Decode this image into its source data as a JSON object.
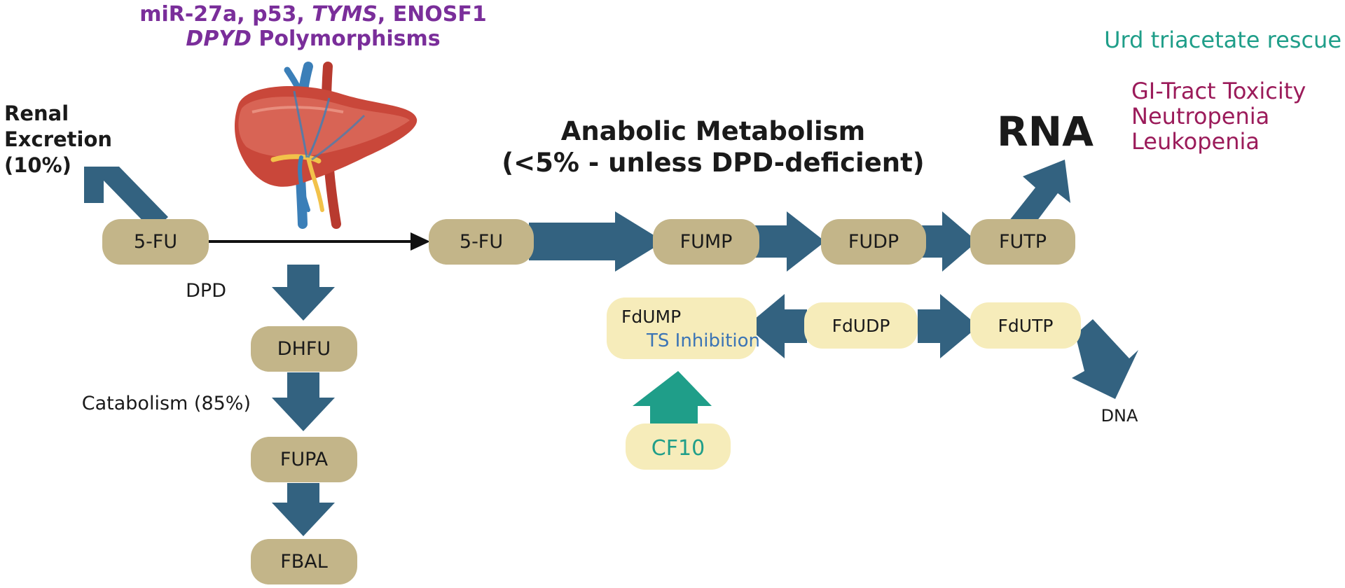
{
  "polymorphisms": {
    "line1_part1": "miR-27a, p53, ",
    "line1_italic": "TYMS",
    "line1_part2": ", ENOSF1",
    "line2_italic": "DPYD",
    "line2_part2": " Polymorphisms"
  },
  "renal": {
    "line1": "Renal",
    "line2": "Excretion",
    "line3": "(10%)"
  },
  "anabolic": {
    "line1": "Anabolic Metabolism",
    "line2": "(<5% - unless DPD-deficient)"
  },
  "rna_label": "RNA",
  "rescue_label": "Urd triacetate rescue",
  "toxicities": [
    "GI-Tract Toxicity",
    "Neutropenia",
    "Leukopenia"
  ],
  "nodes": {
    "fu_left": "5-FU",
    "fu_center": "5-FU",
    "fump": "FUMP",
    "fudp": "FUDP",
    "futp": "FUTP",
    "dhfu": "DHFU",
    "fupa": "FUPA",
    "fbal": "FBAL",
    "fdump": "FdUMP",
    "ts_inhibition": "TS Inhibition",
    "fdudp": "FdUDP",
    "fdutp": "FdUTP",
    "cf10": "CF10"
  },
  "labels": {
    "dpd": "DPD",
    "catabolism": "Catabolism (85%)",
    "dna": "DNA"
  },
  "colors": {
    "polymorphism_text": "#7a2e9a",
    "rescue_text": "#1f9e89",
    "toxicity_text": "#9b1b5a",
    "ts_inhibition_text": "#3b74b5",
    "cf10_text": "#1f9e89",
    "arrow_blue": "#336280",
    "arrow_teal": "#1f9e89",
    "node_tan": "#c3b589",
    "node_light": "#f6ecba"
  },
  "illustration": "liver-icon"
}
